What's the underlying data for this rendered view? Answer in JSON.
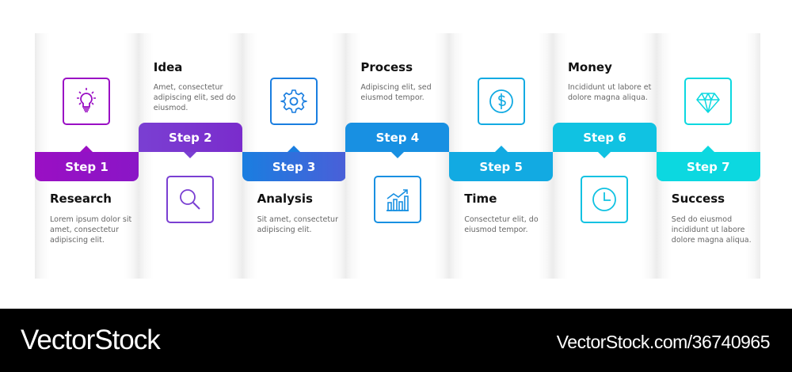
{
  "steps": [
    {
      "label": "Step 1",
      "title": "Research",
      "text": "Lorem ipsum dolor sit amet, consectetur adipiscing elit.",
      "icon": "lightbulb-icon",
      "color": "#9a0fc4",
      "color2": "#8a16c6"
    },
    {
      "label": "Step 2",
      "title": "Idea",
      "text": "Amet, consectetur adipiscing elit, sed do eiusmod.",
      "icon": "search-icon",
      "color": "#7a3fd2",
      "color2": "#7a2ccc"
    },
    {
      "label": "Step 3",
      "title": "Analysis",
      "text": "Sit amet, consectetur adipiscing elit.",
      "icon": "gear-icon",
      "color": "#1a7ee0",
      "color2": "#4a5fd8"
    },
    {
      "label": "Step 4",
      "title": "Process",
      "text": "Adipiscing elit, sed eiusmod tempor.",
      "icon": "chart-growth-icon",
      "color": "#1890e2",
      "color2": "#1890e2"
    },
    {
      "label": "Step 5",
      "title": "Time",
      "text": "Consectetur  elit, do eiusmod tempor.",
      "icon": "dollar-icon",
      "color": "#12aae2",
      "color2": "#12aae2"
    },
    {
      "label": "Step 6",
      "title": "Money",
      "text": "Incididunt ut labore et dolore magna aliqua.",
      "icon": "clock-icon",
      "color": "#10c2e2",
      "color2": "#10c2e2"
    },
    {
      "label": "Step 7",
      "title": "Success",
      "text": "Sed do eiusmod incididunt ut labore dolore magna aliqua.",
      "icon": "diamond-icon",
      "color": "#0cd8e0",
      "color2": "#0cd8e0"
    }
  ],
  "footer": {
    "logo": "VectorStock",
    "url": "VectorStock.com/36740965"
  }
}
